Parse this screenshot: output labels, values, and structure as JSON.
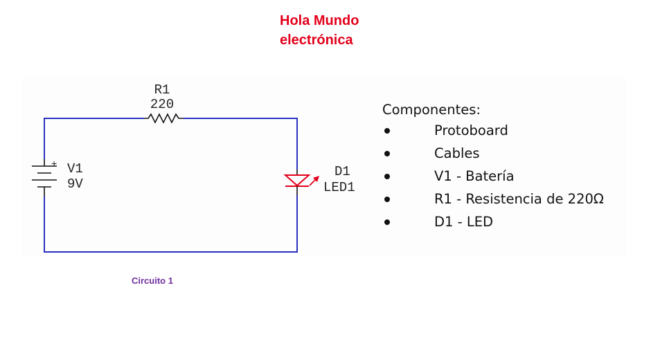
{
  "title": {
    "line1": "Hola Mundo",
    "line2": "electrónica"
  },
  "circuit": {
    "resistor": {
      "ref": "R1",
      "value": "220"
    },
    "battery": {
      "ref": "V1",
      "value": "9V",
      "polarity": "+"
    },
    "led": {
      "ref": "D1",
      "value": "LED1"
    },
    "wire_color": "#2a30c0",
    "led_color": "#e3001b"
  },
  "components": {
    "heading": "Componentes:",
    "items": [
      "Protoboard",
      "Cables",
      "V1 - Batería",
      "R1 - Resistencia de 220Ω",
      "D1 - LED"
    ]
  },
  "caption": "Circuito 1"
}
